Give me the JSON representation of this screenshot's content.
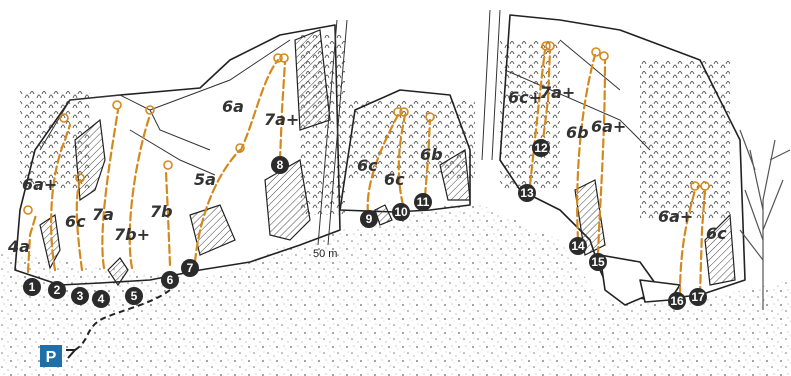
{
  "colors": {
    "route": "#d4891c",
    "marker": "#2b2b2b",
    "parking": "#1f6fa8",
    "rock_line": "#222222"
  },
  "distance_label": "50 m",
  "parking": {
    "label": "P"
  },
  "routes": [
    {
      "number": "1",
      "grade": "4a"
    },
    {
      "number": "2",
      "grade": "6a+"
    },
    {
      "number": "3",
      "grade": "6c"
    },
    {
      "number": "4",
      "grade": "7a"
    },
    {
      "number": "5",
      "grade": "7b+"
    },
    {
      "number": "6",
      "grade": "7b"
    },
    {
      "number": "7",
      "grade": "5a"
    },
    {
      "number": "8",
      "grade": "6a"
    },
    {
      "number": "8",
      "grade": "7a+"
    },
    {
      "number": "9",
      "grade": "6c"
    },
    {
      "number": "10",
      "grade": "6c"
    },
    {
      "number": "11",
      "grade": "6b"
    },
    {
      "number": "12",
      "grade": "6c+"
    },
    {
      "number": "12",
      "grade": "7a+"
    },
    {
      "number": "14",
      "grade": "6b"
    },
    {
      "number": "15",
      "grade": "6a+"
    },
    {
      "number": "16",
      "grade": "6a+"
    },
    {
      "number": "17",
      "grade": "6c"
    }
  ],
  "markers": [
    "1",
    "2",
    "3",
    "4",
    "5",
    "6",
    "7",
    "8",
    "9",
    "10",
    "11",
    "12",
    "13",
    "14",
    "15",
    "16",
    "17"
  ],
  "grades": [
    "4a",
    "6a+",
    "6c",
    "7a",
    "7b+",
    "7b",
    "5a",
    "6a",
    "7a+",
    "6c",
    "6c",
    "6b",
    "6c+",
    "7a+",
    "6b",
    "6a+",
    "6a+",
    "6c"
  ]
}
